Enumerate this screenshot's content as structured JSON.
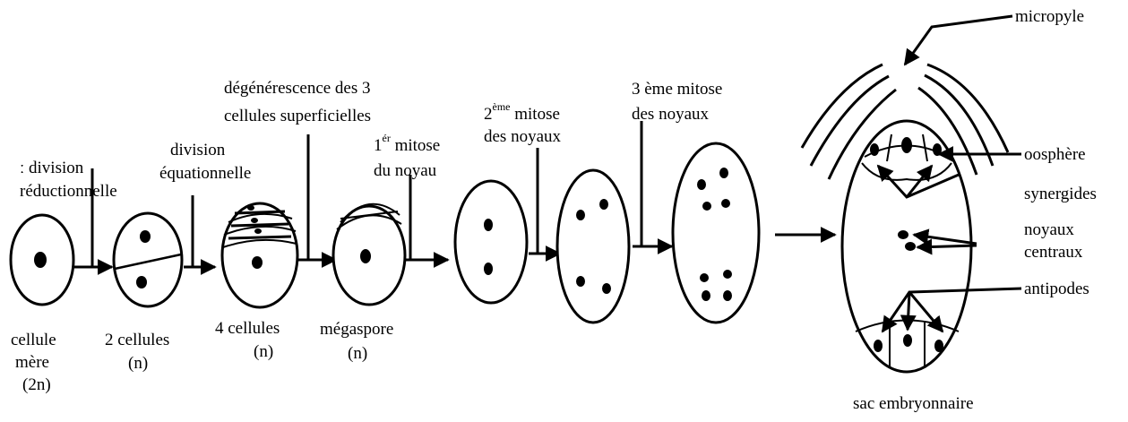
{
  "labels": {
    "division_reductionnelle": [
      "division",
      "réductionnelle"
    ],
    "division_equationnelle": [
      "division",
      "équationnelle"
    ],
    "degenerescence": [
      "dégénérescence des 3",
      "cellules superficielles"
    ],
    "mitose1": {
      "num": "1",
      "sup": "ér",
      "rest": "mitose",
      "line2": "du noyau"
    },
    "mitose2": {
      "num": "2",
      "sup": "ème",
      "rest": "mitose",
      "line2": "des noyaux"
    },
    "mitose3": [
      "3 ème mitose",
      "des noyaux"
    ],
    "cellule_mere": [
      "cellule",
      "mère",
      "(2n)"
    ],
    "deux_cellules": [
      "2 cellules",
      "(n)"
    ],
    "quatre_cellules": [
      "4 cellules",
      "(n)"
    ],
    "megaspore": [
      "mégaspore",
      "(n)"
    ],
    "micropyle": "micropyle",
    "oosphere": "oosphère",
    "synergides": "synergides",
    "noyaux_centraux": [
      "noyaux",
      "centraux"
    ],
    "antipodes": "antipodes",
    "sac_embryonnaire": "sac embryonnaire"
  }
}
